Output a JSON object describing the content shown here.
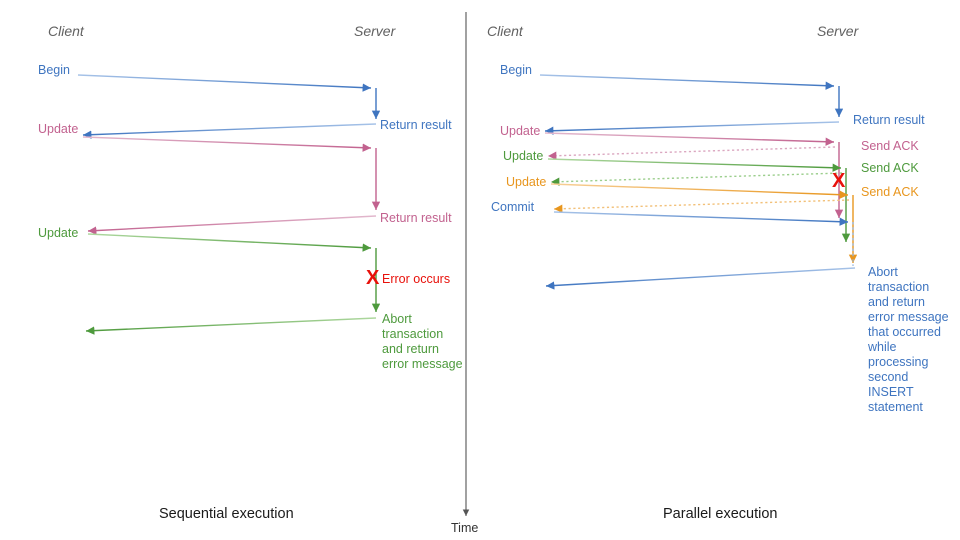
{
  "diagram": {
    "title_left": "Sequential execution",
    "title_right": "Parallel execution",
    "time_axis_label": "Time",
    "colors": {
      "blue": "#3f75c0",
      "blue_light": "#8fb3e0",
      "pink": "#c2628f",
      "pink_light": "#dba7c0",
      "green": "#4e9a3d",
      "green_light": "#9bce8c",
      "orange": "#e8961e",
      "orange_light": "#f2c078",
      "red": "#e8110b",
      "header_gray": "#616161",
      "caption_black": "#1a1a1a",
      "axis_gray": "#555555"
    }
  },
  "left_panel": {
    "header_client": "Client",
    "header_server": "Server",
    "caption": "Sequential execution",
    "client_labels": [
      {
        "text": "Begin",
        "color": "#3f75c0"
      },
      {
        "text": "Update",
        "color": "#c2628f"
      },
      {
        "text": "Update",
        "color": "#4e9a3d"
      }
    ],
    "server_labels": [
      {
        "text": "Return result",
        "color": "#3f75c0"
      },
      {
        "text": "Return result",
        "color": "#c2628f"
      },
      {
        "text": "Error occurs",
        "color": "#e8110b"
      },
      {
        "text": "Abort\ntransaction\nand return\nerror message",
        "color": "#4e9a3d"
      }
    ],
    "error_marker": "X"
  },
  "right_panel": {
    "header_client": "Client",
    "header_server": "Server",
    "caption": "Parallel execution",
    "client_labels": [
      {
        "text": "Begin",
        "color": "#3f75c0"
      },
      {
        "text": "Update",
        "color": "#c2628f"
      },
      {
        "text": "Update",
        "color": "#4e9a3d"
      },
      {
        "text": "Update",
        "color": "#e8961e"
      },
      {
        "text": "Commit",
        "color": "#3f75c0"
      }
    ],
    "server_labels": [
      {
        "text": "Return result",
        "color": "#3f75c0"
      },
      {
        "text": "Send ACK",
        "color": "#c2628f"
      },
      {
        "text": "Send ACK",
        "color": "#4e9a3d"
      },
      {
        "text": "Send ACK",
        "color": "#e8961e"
      },
      {
        "text": "Abort\ntransaction\nand return\nerror message\nthat occurred\nwhile\nprocessing\nsecond\nINSERT\nstatement",
        "color": "#3f75c0"
      }
    ],
    "error_marker": "X"
  }
}
